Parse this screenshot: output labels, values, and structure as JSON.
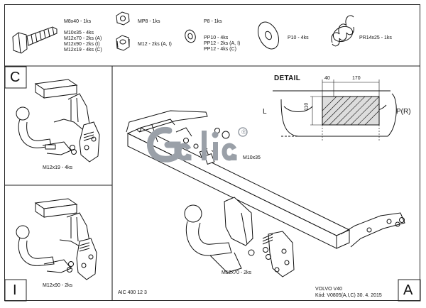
{
  "parts": {
    "bolt": {
      "line1": "M8x40 - 1ks",
      "line2": "M10x35 - 4ks",
      "line3": "M12x70 - 2ks (A)",
      "line4": "M12x90 - 2ks (I)",
      "line5": "M12x19 - 4ks (C)"
    },
    "nut": {
      "line1": "MP8 - 1ks",
      "line2": "M12 - 2ks (A, I)"
    },
    "washer": {
      "line1": "P8 - 1ks",
      "line2": "PP10 - 4ks",
      "line3": "PP12 - 2ks (A, I)",
      "line4": "PP12 - 4ks (C)"
    },
    "flat_washer": {
      "line1": "P10 - 4ks"
    },
    "spring": {
      "line1": "PR14x25 - 1ks"
    }
  },
  "panels": {
    "c": {
      "letter": "C",
      "bolt_label": "M12x19 - 4ks"
    },
    "i": {
      "letter": "I",
      "bolt_label": "M12x90 - 2ks"
    },
    "a": {
      "letter": "A",
      "bolt_label_main": "M10x35",
      "bolt_label_bottom": "M12x70 - 2ks"
    }
  },
  "detail": {
    "title": "DETAIL",
    "dim_top_small": "40",
    "dim_top_large": "170",
    "dim_side": "110",
    "label_left": "L",
    "label_right": "P(R)"
  },
  "logo": {
    "text": "Galia",
    "registered": "®"
  },
  "footer": {
    "code": "AIC 400 12 3",
    "model": "VOLVO V40",
    "kod": "Kód: V0805(A,I,C)  30. 4. 2015"
  }
}
